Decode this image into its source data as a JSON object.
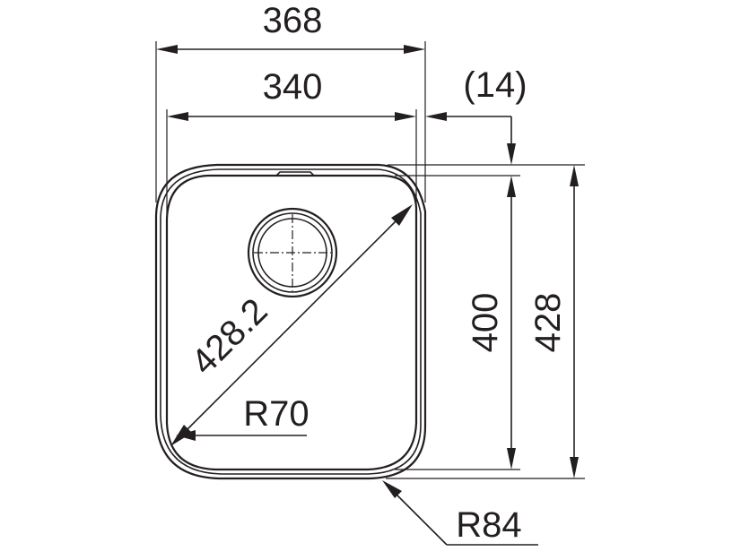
{
  "dimensions": {
    "outer_width": "368",
    "inner_width": "340",
    "rim_offset": "(14)",
    "inner_depth": "400",
    "outer_depth": "428",
    "diagonal": "428.2",
    "inner_radius": "R70",
    "outer_radius": "R84"
  },
  "colors": {
    "ink": "#231f20",
    "background": "#ffffff"
  }
}
